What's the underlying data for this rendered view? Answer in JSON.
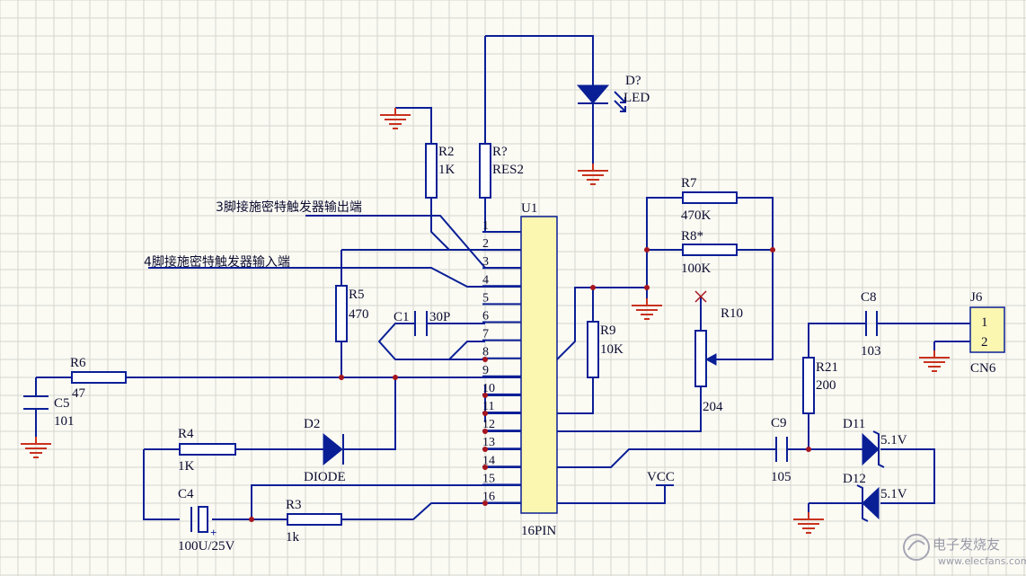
{
  "ic": {
    "ref": "U1",
    "package": "16PIN",
    "pins": [
      "1",
      "2",
      "3",
      "4",
      "5",
      "6",
      "7",
      "8",
      "9",
      "10",
      "11",
      "12",
      "13",
      "14",
      "15",
      "16"
    ]
  },
  "notes": {
    "pin3": "3脚接施密特触发器输出端",
    "pin4": "4脚接施密特触发器输入端"
  },
  "components": {
    "d_led": {
      "ref": "D?",
      "value": "LED"
    },
    "r_res": {
      "ref": "R?",
      "value": "RES2"
    },
    "r2": {
      "ref": "R2",
      "value": "1K"
    },
    "r7": {
      "ref": "R7",
      "value": "470K"
    },
    "r8": {
      "ref": "R8*",
      "value": "100K"
    },
    "r10": {
      "ref": "R10",
      "value": "204"
    },
    "r5": {
      "ref": "R5",
      "value": "470"
    },
    "c1": {
      "ref": "C1",
      "value": "30P"
    },
    "r9": {
      "ref": "R9",
      "value": "10K"
    },
    "r6": {
      "ref": "R6",
      "value": "47"
    },
    "c5": {
      "ref": "C5",
      "value": "101"
    },
    "r4": {
      "ref": "R4",
      "value": "1K"
    },
    "d2": {
      "ref": "D2",
      "value": "DIODE"
    },
    "c4": {
      "ref": "C4",
      "value": "100U/25V"
    },
    "r3": {
      "ref": "R3",
      "value": "1k"
    },
    "c8": {
      "ref": "C8",
      "value": "103"
    },
    "r21": {
      "ref": "R21",
      "value": "200"
    },
    "c9": {
      "ref": "C9",
      "value": "105"
    },
    "d11": {
      "ref": "D11",
      "value": "5.1V"
    },
    "d12": {
      "ref": "D12",
      "value": "5.1V"
    },
    "j6": {
      "ref": "J6",
      "value": "CN6",
      "pins": [
        "1",
        "2"
      ]
    }
  },
  "power": {
    "vcc": "VCC"
  },
  "watermark": "电子发烧友",
  "watermark_url": "www.elecfans.com",
  "colors": {
    "wire": "#0a1f96",
    "ground": "#c8321e",
    "ic_fill": "#fbf7b0",
    "junction": "#a5161e",
    "background": "#fbfbf4"
  }
}
